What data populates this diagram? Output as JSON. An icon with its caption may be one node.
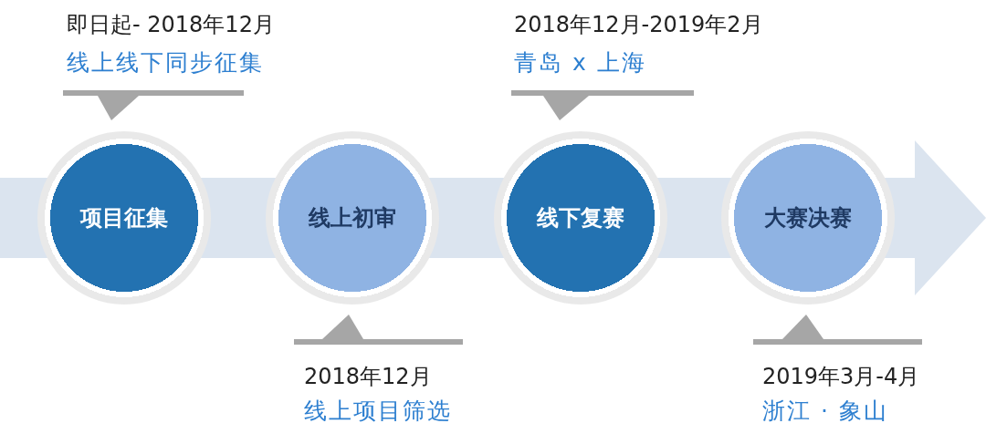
{
  "diagram": {
    "nodes": [
      {
        "text": [],
        "shape": "arrow"
      },
      {
        "text": [
          "项目征集"
        ],
        "beside": [
          "即日起- 2018年12月",
          "线上线下同步征集"
        ]
      },
      {
        "text": [
          "线上初审"
        ],
        "beside": [
          "2018年12月",
          "线上项目筛选"
        ]
      },
      {
        "text": [
          "线下复赛"
        ],
        "beside": [
          "2018年12月-2019年2月",
          "青岛 x 上海"
        ]
      },
      {
        "text": [
          "大赛决赛"
        ],
        "beside": [
          "2019年3月-4月",
          "浙江 · 象山"
        ]
      }
    ]
  }
}
